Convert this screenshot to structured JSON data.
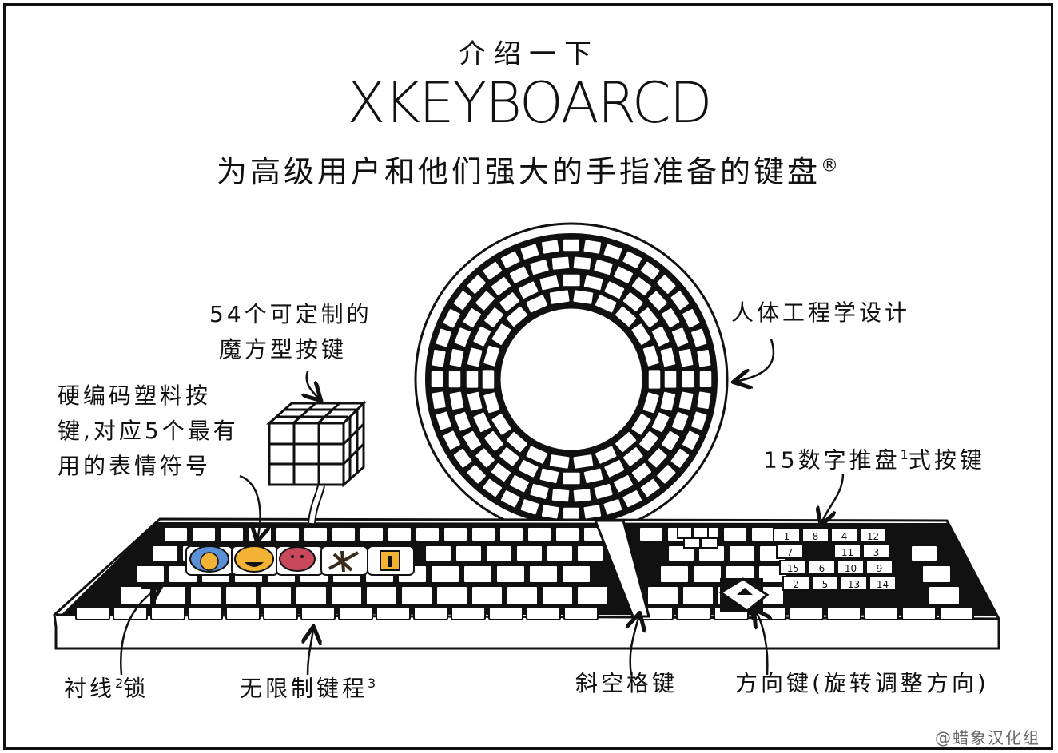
{
  "header": {
    "kicker": "介绍一下",
    "title": "XKEYBOARCD",
    "subtitle": "为高级用户和他们强大的手指准备的键盘",
    "registered_mark": "®"
  },
  "callouts": {
    "rubik_keys": {
      "line1": "54个可定制的",
      "line2": "魔方型按键"
    },
    "emoji_keys": {
      "line1": "硬编码塑料按",
      "line2": "键,对应5个最有",
      "line3": "用的表情符号"
    },
    "ergonomic": "人体工程学设计",
    "numpad": {
      "text": "15数字推盘",
      "note": "1",
      "suffix": "式按键"
    },
    "caps_lock": {
      "text": "衬线",
      "note": "2",
      "suffix": "锁"
    },
    "key_travel": {
      "text": "无限制键程",
      "note": "3"
    },
    "split_space": "斜空格键",
    "arrow_key": "方向键(旋转调整方向)"
  },
  "puzzle_numbers": [
    "1",
    "8",
    "4",
    "12",
    "7",
    "",
    "11",
    "3",
    "15",
    "6",
    "10",
    "9",
    "2",
    "5",
    "13",
    "14"
  ],
  "credit": "@蜡象汉化组",
  "colors": {
    "ink": "#111111",
    "background": "#ffffff",
    "key_face": "#ffffff",
    "emoji_yellow": "#f2b233",
    "emoji_red": "#c9485b",
    "emoji_blue": "#5b8fd6",
    "credit_gray": "#666666"
  },
  "icons": [
    "rubik-cube-icon",
    "ring-keyboard-icon",
    "emoji-weary-icon",
    "emoji-laughing-icon",
    "emoji-octopus-icon",
    "emoji-dead-bug-icon",
    "emoji-sign-icon",
    "arrow-key-icon"
  ]
}
